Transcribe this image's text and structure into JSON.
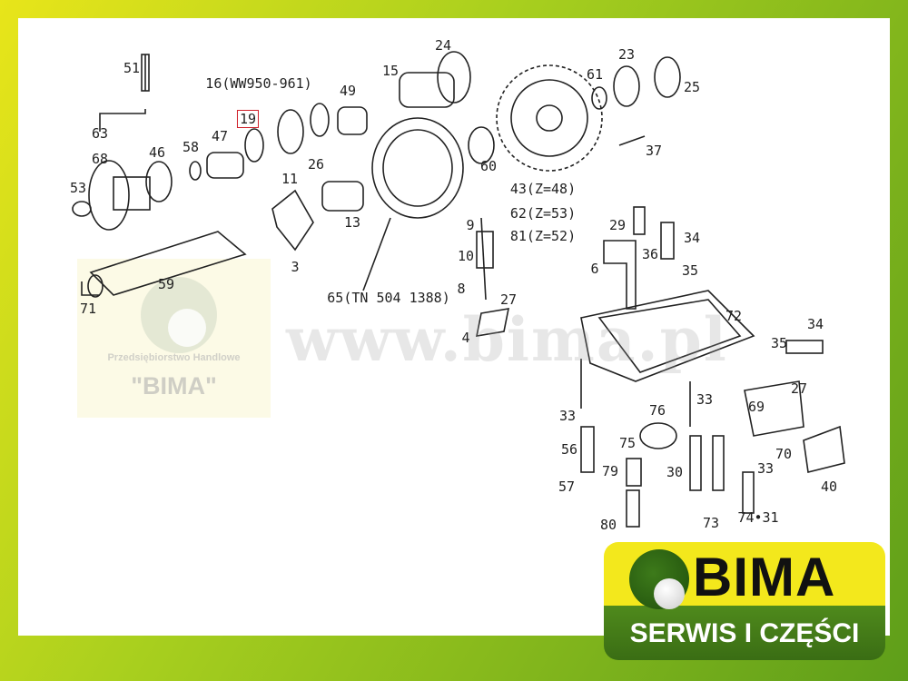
{
  "diagram": {
    "title": "Exploded parts diagram",
    "highlighted_part": "19",
    "labels": [
      "51",
      "16(WW950-961)",
      "24",
      "15",
      "49",
      "23",
      "61",
      "25",
      "63",
      "68",
      "19",
      "46",
      "58",
      "47",
      "26",
      "60",
      "37",
      "53",
      "11",
      "43(Z=48)",
      "62(Z=53)",
      "81(Z=52)",
      "13",
      "9",
      "29",
      "34",
      "3",
      "36",
      "6",
      "35",
      "10",
      "59",
      "8",
      "65(TN 504 1388)",
      "27",
      "71",
      "72",
      "4",
      "34",
      "35",
      "27",
      "33",
      "76",
      "33",
      "69",
      "75",
      "56",
      "70",
      "79",
      "30",
      "33",
      "57",
      "40",
      "80",
      "73",
      "74•31"
    ]
  },
  "watermark": {
    "url": "www.bima.pl",
    "company_sub": "Przedsiębiorstwo Handlowe",
    "company_name": "\"BIMA\""
  },
  "logo": {
    "name": "BIMA",
    "tagline": "SERWIS I CZĘŚCI"
  },
  "colors": {
    "frame_green": "#5e9e1a",
    "frame_yellow": "#e8e51a",
    "highlight": "#d0202a",
    "logo_yellow": "#f3e81c"
  }
}
